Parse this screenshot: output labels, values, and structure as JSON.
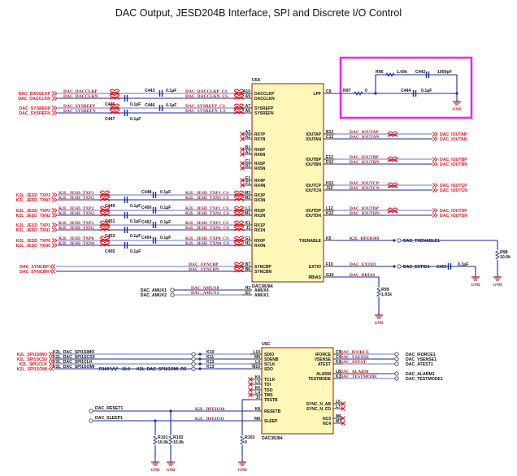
{
  "title": "DAC Output, JESD204B Interface, SPI and Discrete I/O Control",
  "colors": {
    "wire": "#1a2a9c",
    "wire_light": "#6a74c8",
    "chip_fill": "#fff7b8",
    "chip_border": "#8b1a1a",
    "net_label": "#e0101c",
    "net_name": "#9a1520",
    "highlight": "#ee22ee",
    "gnd": "#a01020"
  },
  "u5a": {
    "ref": "U5A",
    "part": "DAC38J84",
    "left_pins": [
      {
        "pin": "A10",
        "name": "DACCLKP"
      },
      {
        "pin": "A9",
        "name": "DACCLKN"
      },
      {
        "pin": "A7",
        "name": "SYSREFP"
      },
      {
        "pin": "A6",
        "name": "SYSREFN"
      },
      {
        "pin": "A3",
        "name": "RX7P"
      },
      {
        "pin": "A2",
        "name": "RX7N"
      },
      {
        "pin": "B1",
        "name": "RX6P"
      },
      {
        "pin": "A1",
        "name": "RX6N"
      },
      {
        "pin": "C1",
        "name": "RX5P"
      },
      {
        "pin": "D1",
        "name": "RX5N"
      },
      {
        "pin": "E1",
        "name": "RX4P"
      },
      {
        "pin": "F1",
        "name": "RX4N"
      },
      {
        "pin": "M3",
        "name": "RX3P"
      },
      {
        "pin": "M2",
        "name": "RX3N"
      },
      {
        "pin": "L1",
        "name": "RX2P"
      },
      {
        "pin": "M1",
        "name": "RX2N"
      },
      {
        "pin": "K1",
        "name": "RX1P"
      },
      {
        "pin": "J1",
        "name": "RX1N"
      },
      {
        "pin": "G1",
        "name": "RX0P"
      },
      {
        "pin": "H1",
        "name": "RX0N"
      },
      {
        "pin": "B7",
        "name": "SYNCBP"
      },
      {
        "pin": "B6",
        "name": "SYNCBN"
      },
      {
        "pin": "H3",
        "name": "AMUX0"
      },
      {
        "pin": "E3",
        "name": "AMUX1"
      }
    ],
    "right_pins": [
      {
        "pin": "C9",
        "name": "LPF"
      },
      {
        "pin": "B12",
        "name": "IOUTAP"
      },
      {
        "pin": "C12",
        "name": "IOUTAN"
      },
      {
        "pin": "E12",
        "name": "IOUTBP"
      },
      {
        "pin": "D12",
        "name": "IOUTBN"
      },
      {
        "pin": "H12",
        "name": "IOUTCP"
      },
      {
        "pin": "J12",
        "name": "IOUTCN"
      },
      {
        "pin": "L12",
        "name": "IOUTDP"
      },
      {
        "pin": "K12",
        "name": "IOUTDN"
      },
      {
        "pin": "K5",
        "name": "TXENABLE"
      },
      {
        "pin": "F10",
        "name": "EXTIO"
      },
      {
        "pin": "G10",
        "name": "RBIAS"
      }
    ]
  },
  "u5c": {
    "ref": "U5C",
    "part": "DAC38J84",
    "left_pins": [
      {
        "pin": "L10",
        "name": "SDIO"
      },
      {
        "pin": "M9",
        "name": "SDENB"
      },
      {
        "pin": "L9",
        "name": "SCLK"
      },
      {
        "pin": "M10",
        "name": "SDO"
      },
      {
        "pin": "K4",
        "name": "TCLK"
      },
      {
        "pin": "L5",
        "name": "TDI"
      },
      {
        "pin": "K6",
        "name": "TDO"
      },
      {
        "pin": "L4",
        "name": "TMS"
      },
      {
        "pin": "J3",
        "name": "TRSTB"
      },
      {
        "pin": "K8",
        "name": "RESETB"
      },
      {
        "pin": "M8",
        "name": "SLEEP"
      }
    ],
    "right_pins": [
      {
        "pin": "C5",
        "name": "IFORCE"
      },
      {
        "pin": "C4",
        "name": "VSENSE"
      },
      {
        "pin": "K9",
        "name": "ATEST"
      },
      {
        "pin": "L8",
        "name": "ALARM"
      },
      {
        "pin": "K3",
        "name": "TESTMODE"
      },
      {
        "pin": "L6",
        "name": "SYNC_N_AB"
      },
      {
        "pin": "L7",
        "name": "SYNC_N_CD"
      },
      {
        "pin": "M6",
        "name": "NC3"
      },
      {
        "pin": "M7",
        "name": "NC4"
      }
    ]
  },
  "clock_inputs": [
    {
      "port": "DAC_DACCLKP",
      "net": "DAC_DACCLKP",
      "cap": "C443",
      "value": "0.1µF",
      "cs_net": "DAC_DACCLKP_CS"
    },
    {
      "port": "DAC_DACCLKN",
      "net": "DAC_DACCLKN",
      "cap": "C445",
      "value": "0.1µF",
      "cs_net": "DAC_DACCLKN_CS"
    },
    {
      "port": "DAC_SYSREFP",
      "net": "DAC_SYSREFP",
      "cap": "C446",
      "value": "0.1µF",
      "cs_net": "DAC_SYSREFP_CS"
    },
    {
      "port": "DAC_SYSREFN",
      "net": "DAC_SYSREFN",
      "cap": "C447",
      "value": "0.1µF",
      "cs_net": "DAC_SYSREFN_CS"
    }
  ],
  "jesd_inputs": [
    {
      "port": "K2L_JESD_TXP3",
      "net": "K2L_JESD_TXP3",
      "cap": "C448",
      "value": "0.1µF",
      "cs_net": "K2L_JESD_TXP3_CS"
    },
    {
      "port": "K2L_JESD_TXN3",
      "net": "K2L_JESD_TXN3",
      "cap": "C449",
      "value": "0.1µF",
      "cs_net": "K2L_JESD_TXN3_CS"
    },
    {
      "port": "K2L_JESD_TXP2",
      "net": "K2L_JESD_TXP2",
      "cap": "C450",
      "value": "0.1µF",
      "cs_net": "K2L_JESD_TXP2_CS"
    },
    {
      "port": "K2L_JESD_TXN2",
      "net": "K2L_JESD_TXN2",
      "cap": "C451",
      "value": "0.1µF",
      "cs_net": "K2L_JESD_TXN2_CS"
    },
    {
      "port": "K2L_JESD_TXP1",
      "net": "K2L_JESD_TXP1",
      "cap": "C452",
      "value": "0.1µF",
      "cs_net": "K2L_JESD_TXP1_CS"
    },
    {
      "port": "K2L_JESD_TXN1",
      "net": "K2L_JESD_TXN1",
      "cap": "C453",
      "value": "0.1µF",
      "cs_net": "K2L_JESD_TXN1_CS"
    },
    {
      "port": "K2L_JESD_TXP0",
      "net": "K2L_JESD_TXP0",
      "cap": "C454",
      "value": "0.1µF",
      "cs_net": "K2L_JESD_TXP0_CS"
    },
    {
      "port": "K2L_JESD_TXN0",
      "net": "K2L_JESD_TXN0",
      "cap": "C455",
      "value": "0.1µF",
      "cs_net": "K2L_JESD_TXN0_CS"
    }
  ],
  "sync": [
    {
      "port": "DAC_SYNCBP",
      "net": "DAC_SYNCBP"
    },
    {
      "port": "DAC_SYNCBN",
      "net": "DAC_SYNCBN"
    }
  ],
  "amux": [
    {
      "port": "DAC_AMUX1",
      "net": "DAC_AMUX0"
    },
    {
      "port": "DAC_AMUX2",
      "net": "DAC_AMUX1"
    }
  ],
  "outputs": [
    {
      "net": "DAC_IOUTAP",
      "port": "DAC_IOUTAP"
    },
    {
      "net": "DAC_IOUTAN",
      "port": "DAC_IOUTAN"
    },
    {
      "net": "DAC_IOUTBP",
      "port": "DAC_IOUTBP"
    },
    {
      "net": "DAC_IOUTBN",
      "port": "DAC_IOUTBN"
    },
    {
      "net": "DAC_IOUTCP",
      "port": "DAC_IOUTCP"
    },
    {
      "net": "DAC_IOUTCN",
      "port": "DAC_IOUTCN"
    },
    {
      "net": "DAC_IOUTDP",
      "port": "DAC_IOUTDP"
    },
    {
      "net": "DAC_IOUTDN",
      "port": "DAC_IOUTDN"
    }
  ],
  "lpf_filter": {
    "r97": {
      "ref": "R97",
      "value": "0"
    },
    "r96": {
      "ref": "R96",
      "value": "1.00k"
    },
    "c442": {
      "ref": "C442",
      "value": "1000pF"
    },
    "c444": {
      "ref": "C444",
      "value": "0.1µF"
    },
    "gnd": "GND"
  },
  "txenable": {
    "net": "K2L_DFEIO09",
    "test_point": "DAC_TXENABLE1",
    "res": {
      "ref": "R98",
      "value": "10.0k"
    },
    "gnd": "GND"
  },
  "extio": {
    "net": "DAC_EXTIO",
    "test_point": "DAC_EXTIO1",
    "cap": {
      "ref": "C456",
      "value": "0.1µF"
    },
    "gnd": "GND"
  },
  "rbias": {
    "net": "DAC_RBIAS",
    "res": {
      "ref": "R99",
      "value": "1.91k"
    }
  },
  "spi": {
    "ports": [
      "K2L_SPI1SIMO",
      "K2L_SPI1SCS0",
      "K2L_SPI1CLK",
      "K2L_SPI1SOMI"
    ],
    "nets": [
      "K2L_DAC_SPI1SIMO",
      "K2L_DAC_SPI1SCS0",
      "K2L_DAC_SPI1CLK",
      "K2L_DAC_SPI1SOMI"
    ],
    "series_res": {
      "ref": "R100",
      "value": "10.0",
      "net": "K2L_DAC_SPI1SOMI_RS"
    },
    "tp": [
      "K10",
      "K11",
      "K12",
      "K13"
    ]
  },
  "control": {
    "reset": {
      "tp": "DAC_RESET1",
      "net": "K2L_DFEIO10"
    },
    "sleep": {
      "tp": "DAC_SLEEP1",
      "net": "K2L_DFEIO11"
    },
    "r101": {
      "ref": "R101",
      "value": "10.0k"
    },
    "r102": {
      "ref": "R102",
      "value": "10.0k"
    },
    "r103": {
      "ref": "R103",
      "value": "0"
    },
    "gnd": "GND"
  },
  "u5c_outputs": [
    {
      "net": "DAC_IFORCE",
      "tp": "DAC_IFORCE1"
    },
    {
      "net": "DAC_VSENSE",
      "tp": "DAC_VSENSE1"
    },
    {
      "net": "DAC_ATEST",
      "tp": "DAC_ATEST1"
    },
    {
      "net": "DAC_ALARM",
      "tp": "DAC_ALARM1"
    },
    {
      "net": "DAC_TESTMODE",
      "tp": "DAC_TESTMODE1"
    }
  ]
}
